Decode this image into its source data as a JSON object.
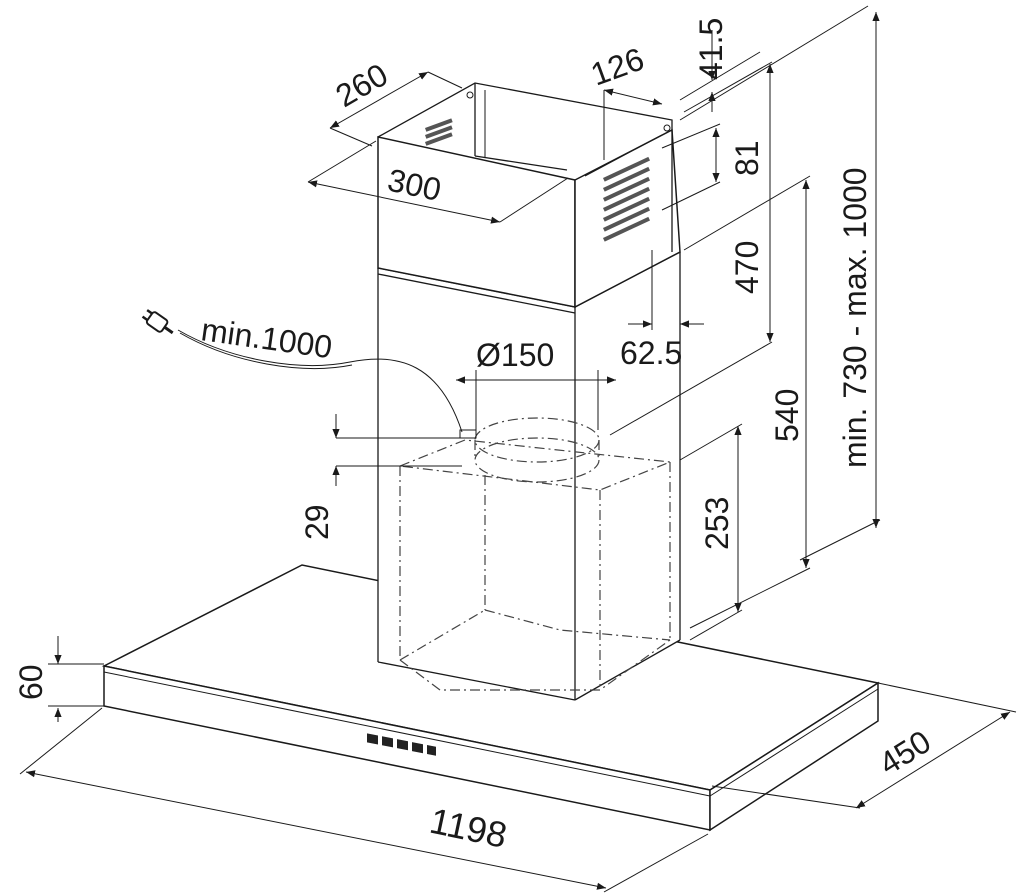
{
  "diagram": {
    "subject": "chimney range hood dimension drawing",
    "dimensions": {
      "chimney_top_depth": "260",
      "chimney_top_width": "300",
      "vent_offset": "126",
      "top_gap": "41.5",
      "vent_height": "81",
      "upper_chimney_height": "470",
      "overall_height_range": "min. 730 - max. 1000",
      "cable_length": "min.1000",
      "duct_diameter": "Ø150",
      "rear_offset": "62.5",
      "lower_chimney_height": "540",
      "motor_box_height": "253",
      "collar_height": "29",
      "canopy_thickness": "60",
      "canopy_width": "1198",
      "canopy_depth": "450"
    },
    "icons": {
      "plug": "plug-icon",
      "controls": "control-buttons"
    }
  }
}
